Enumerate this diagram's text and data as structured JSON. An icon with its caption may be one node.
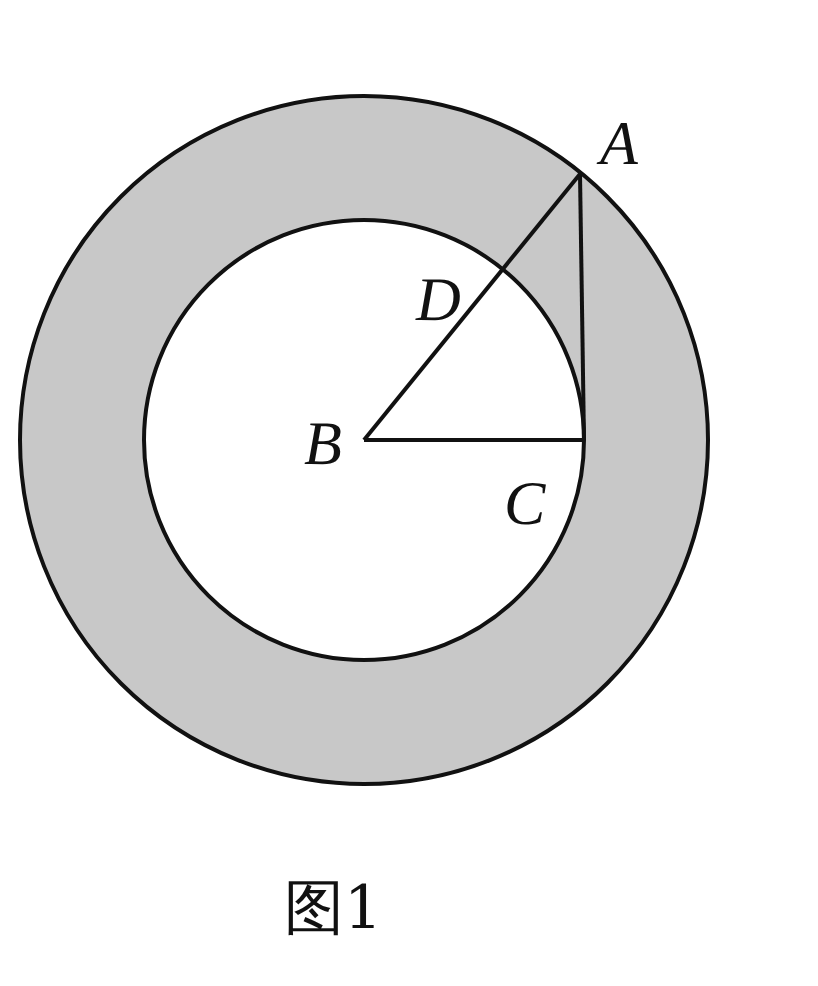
{
  "diagram": {
    "caption": "图1",
    "labels": [
      "A",
      "D",
      "B",
      "C"
    ]
  }
}
